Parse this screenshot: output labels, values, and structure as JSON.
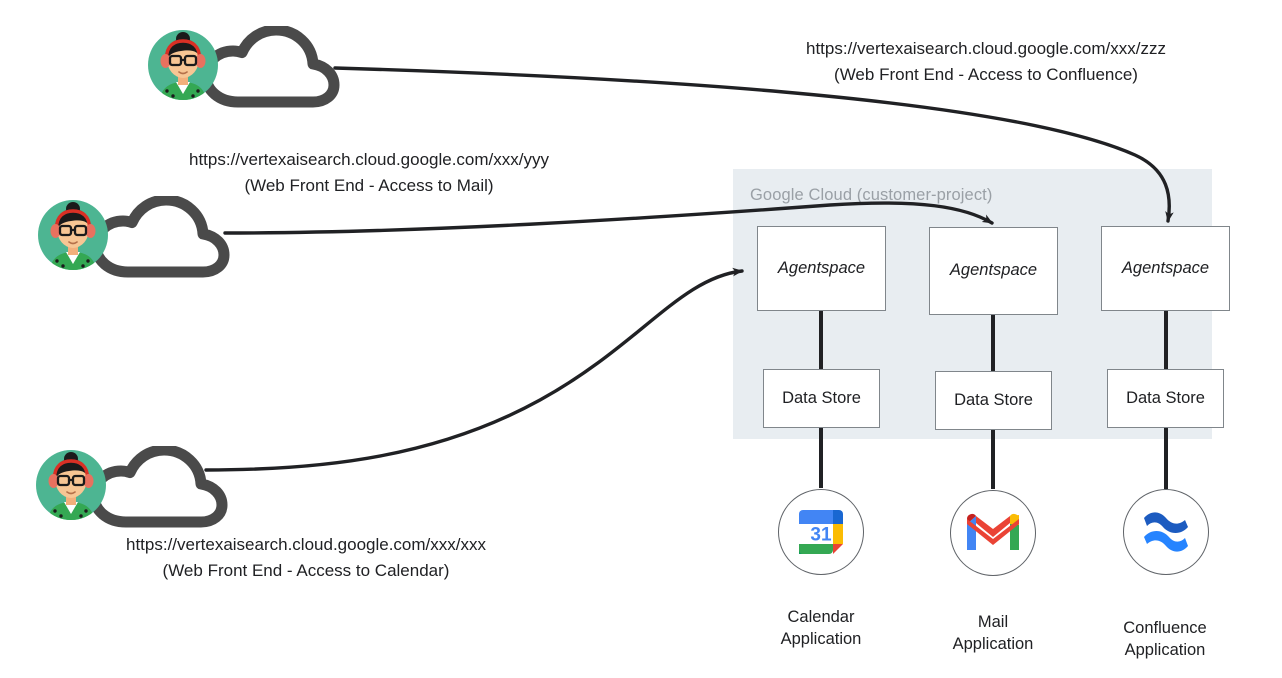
{
  "diagram": {
    "title": "Agentspace multi-datastore access architecture",
    "background": "#ffffff"
  },
  "cloud_region": {
    "label": "Google Cloud (customer-project)",
    "fill": "#e8edf1",
    "label_color": "#9aa0a6"
  },
  "users": [
    {
      "id": "user-confluence",
      "avatar_name": "user-avatar",
      "cloud_name": "cloud-glyph",
      "url": "https://vertexaisearch.cloud.google.com/xxx/zzz",
      "subtitle": "(Web Front End - Access to Confluence)"
    },
    {
      "id": "user-mail",
      "avatar_name": "user-avatar",
      "cloud_name": "cloud-glyph",
      "url": "https://vertexaisearch.cloud.google.com/xxx/yyy",
      "subtitle": "(Web Front End - Access to Mail)"
    },
    {
      "id": "user-calendar",
      "avatar_name": "user-avatar",
      "cloud_name": "cloud-glyph",
      "url": "https://vertexaisearch.cloud.google.com/xxx/xxx",
      "subtitle": "(Web Front End - Access to Calendar)"
    }
  ],
  "columns": [
    {
      "id": "calendar",
      "agentspace_label": "Agentspace",
      "datastore_label": "Data Store",
      "app_icon": "google-calendar-icon",
      "app_icon_text": "31",
      "app_caption_line1": "Calendar",
      "app_caption_line2": "Application"
    },
    {
      "id": "mail",
      "agentspace_label": "Agentspace",
      "datastore_label": "Data Store",
      "app_icon": "gmail-icon",
      "app_icon_text": "",
      "app_caption_line1": "Mail",
      "app_caption_line2": "Application"
    },
    {
      "id": "confluence",
      "agentspace_label": "Agentspace",
      "datastore_label": "Data Store",
      "app_icon": "confluence-icon",
      "app_icon_text": "",
      "app_caption_line1": "Confluence",
      "app_caption_line2": "Application"
    }
  ],
  "colors": {
    "box_border": "#80868b",
    "connector": "#202124",
    "arrow": "#202124",
    "avatar_background": "#4db592",
    "cloud_glyph": "#4a4a4a",
    "calendar_blue": "#4285f4",
    "calendar_yellow": "#fbbc04",
    "calendar_green": "#34a853",
    "calendar_red": "#ea4335",
    "gmail_red": "#ea4335",
    "gmail_blue": "#4285f4",
    "gmail_green": "#34a853",
    "gmail_yellow": "#fbbc04",
    "gmail_dark_red": "#c5221f",
    "confluence_dark": "#1c5bc0",
    "confluence_light": "#2684ff"
  }
}
